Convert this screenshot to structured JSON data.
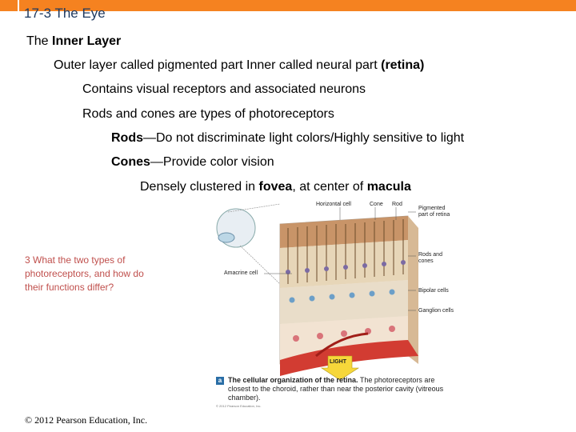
{
  "slide": {
    "title": "17-3 The Eye",
    "line0": {
      "pre": "The ",
      "bold": "Inner Layer"
    },
    "line1": {
      "a": "Outer layer called pigmented part   Inner called neural part ",
      "bold": "(retina)"
    },
    "line2": "Contains visual receptors and associated neurons",
    "line3": "Rods and cones are types of photoreceptors",
    "line4": {
      "bold": "Rods",
      "rest": "—Do not discriminate light colors/Highly sensitive to light"
    },
    "line5": {
      "bold": "Cones",
      "rest": "—Provide color vision"
    },
    "line6": {
      "a": "Densely clustered in ",
      "b1": "fovea",
      "c": ", at center of ",
      "b2": "macula"
    }
  },
  "question": "3 What the two types of photoreceptors, and how do their functions differ?",
  "copyright": "© 2012 Pearson Education, Inc.",
  "figure": {
    "labels": {
      "horizontal": "Horizontal cell",
      "cone": "Cone",
      "rod": "Rod",
      "pigmented1": "Pigmented",
      "pigmented2": "part of retina",
      "rods1": "Rods and",
      "rods2": "cones",
      "amacrine": "Amacrine cell",
      "bipolar": "Bipolar cells",
      "ganglion": "Ganglion cells",
      "light": "LIGHT"
    },
    "caption_badge": "a",
    "caption_bold": "The cellular organization of the retina.",
    "caption_rest": " The photoreceptors are closest to the choroid, rather than near the posterior cavity (vitreous chamber).",
    "fig_copyright": "© 2012 Pearson Education, Inc."
  },
  "colors": {
    "topbar": "#f58220",
    "title": "#1f3a60",
    "question": "#c0504d"
  }
}
